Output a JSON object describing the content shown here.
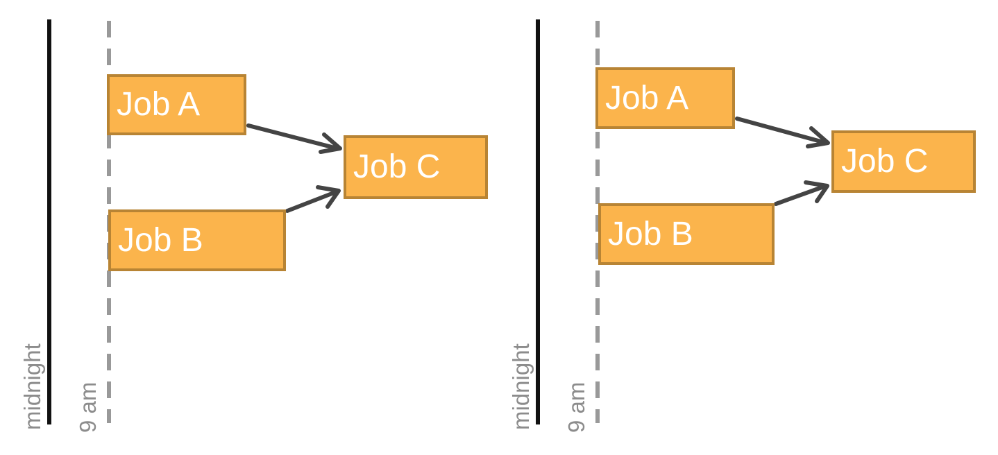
{
  "colors": {
    "job_fill": "#fbb44c",
    "job_border": "#b88434",
    "job_text": "#ffffff",
    "midnight_line": "#111111",
    "nine_am_line": "#999999",
    "axis_label": "#8c8c8c",
    "arrow": "#444444"
  },
  "panels": [
    {
      "midnight_label": "midnight",
      "nine_am_label": "9 am",
      "jobs": {
        "a": "Job A",
        "b": "Job B",
        "c": "Job C"
      }
    },
    {
      "midnight_label": "midnight",
      "nine_am_label": "9 am",
      "jobs": {
        "a": "Job A",
        "b": "Job B",
        "c": "Job C"
      }
    }
  ]
}
